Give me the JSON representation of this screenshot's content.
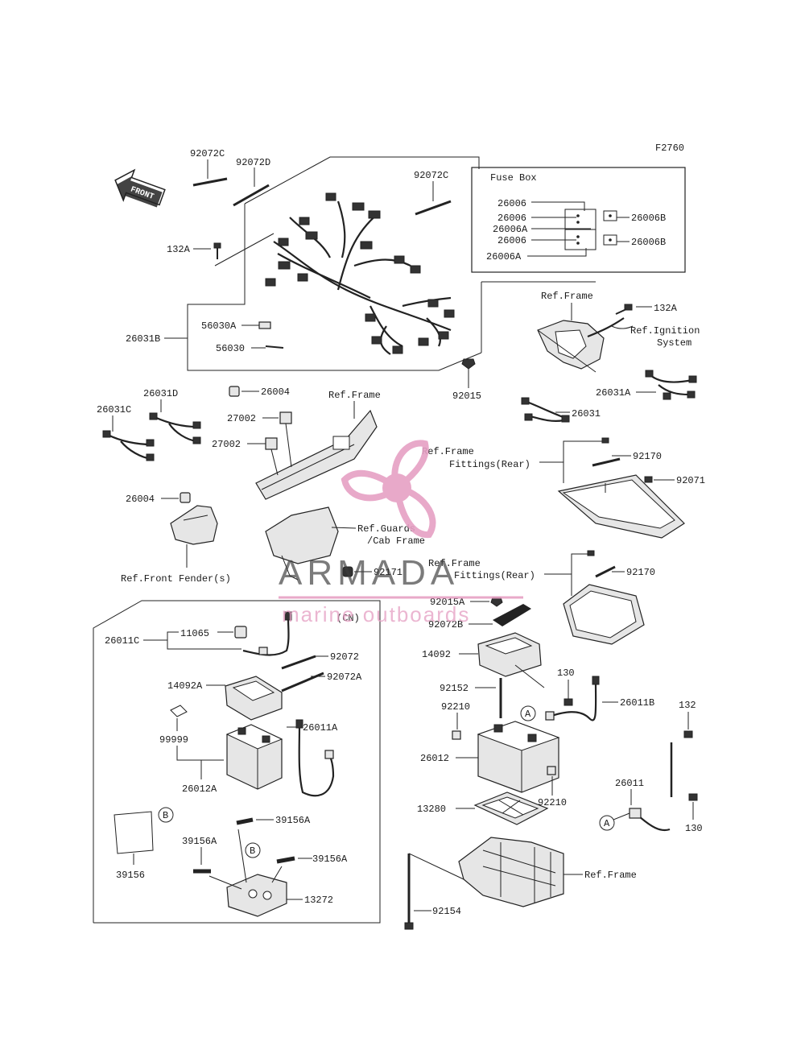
{
  "figure_code": "F2760",
  "front_arrow_label": "FRONT",
  "fuse_box": {
    "title": "Fuse Box",
    "labels_left": [
      "26006",
      "26006",
      "26006A",
      "26006",
      "26006A"
    ],
    "labels_right": [
      "26006B",
      "26006B"
    ]
  },
  "part_labels": {
    "p92072C_top": "92072C",
    "p92072D": "92072D",
    "p92072C_right": "92072C",
    "p132A_left": "132A",
    "p26031B": "26031B",
    "p56030A": "56030A",
    "p56030": "56030",
    "p26004_top": "26004",
    "p92015": "92015",
    "p132A_right": "132A",
    "p26031A": "26031A",
    "p26031": "26031",
    "p26031C": "26031C",
    "p26031D": "26031D",
    "p27002_a": "27002",
    "p27002_b": "27002",
    "p26004_left": "26004",
    "p92170_a": "92170",
    "p92071": "92071",
    "p92171": "92171",
    "p92170_b": "92170",
    "p92015A": "92015A",
    "p92072B": "92072B",
    "p14092": "14092",
    "p92152": "92152",
    "p130_a": "130",
    "p26011B": "26011B",
    "p92210_a": "92210",
    "p26012": "26012",
    "p92210_b": "92210",
    "p132": "132",
    "p26011": "26011",
    "p130_b": "130",
    "p13280": "13280",
    "p92154": "92154",
    "p26011C": "26011C",
    "p11065": "11065",
    "p92072": "92072",
    "p92072A": "92072A",
    "p14092A": "14092A",
    "p26011A": "26011A",
    "p99999": "99999",
    "p26012A": "26012A",
    "p39156A_a": "39156A",
    "p39156A_b": "39156A",
    "p39156A_c": "39156A",
    "p39156": "39156",
    "p13272": "13272"
  },
  "ref_labels": {
    "ref_frame_top": "Ref.Frame",
    "ref_ignition_1": "Ref.Ignition",
    "ref_ignition_2": "System",
    "ref_frame_mid": "Ref.Frame",
    "ref_frame_fittings_1_a": "Ref.Frame",
    "ref_frame_fittings_1_b": "Fittings(Rear)",
    "ref_guards_a": "Ref.Guards",
    "ref_guards_b": "/Cab Frame",
    "ref_frame_fittings_2_a": "Ref.Frame",
    "ref_frame_fittings_2_b": "Fittings(Rear)",
    "ref_front_fender": "Ref.Front Fender(s)",
    "ref_frame_bottom": "Ref.Frame"
  },
  "inset_label": "(CN)",
  "callouts": {
    "a1": "A",
    "a2": "A",
    "b1": "B",
    "b2": "B"
  },
  "watermark": {
    "brand": "ARMADA",
    "tagline": "marine outboards",
    "accent_color": "#e6a0c4",
    "text_color": "#3d3d3d"
  }
}
